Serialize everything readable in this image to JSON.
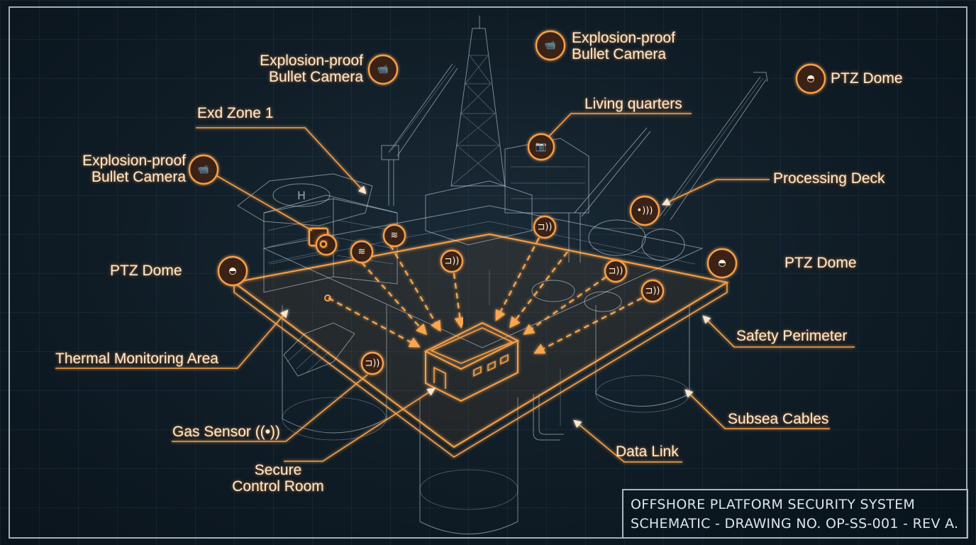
{
  "diagram": {
    "title_block": {
      "line1": "OFFSHORE PLATFORM SECURITY SYSTEM",
      "line2": "SCHEMATIC - DRAWING NO. OP-SS-001 - REV A."
    },
    "labels": {
      "bullet_cam_top_left": {
        "line1": "Explosion-proof",
        "line2": "Bullet Camera",
        "icon": "bullet-camera-icon"
      },
      "bullet_cam_top_right": {
        "line1": "Explosion-proof",
        "line2": "Bullet Camera",
        "icon": "bullet-camera-icon"
      },
      "bullet_cam_left": {
        "line1": "Explosion-proof",
        "line2": "Bullet Camera",
        "icon": "bullet-camera-icon"
      },
      "ptz_top_right": {
        "text": "PTZ Dome",
        "icon": "ptz-dome-icon"
      },
      "ptz_left": {
        "text": "PTZ Dome",
        "icon": "ptz-dome-icon"
      },
      "ptz_right": {
        "text": "PTZ Dome",
        "icon": "ptz-dome-icon"
      },
      "exd_zone": {
        "text": "Exd Zone 1"
      },
      "living_quarters": {
        "text": "Living quarters",
        "icon": "camera-icon"
      },
      "processing_deck": {
        "text": "Processing Deck",
        "icon": "wireless-sensor-icon"
      },
      "thermal": {
        "text": "Thermal Monitoring Area"
      },
      "gas_sensor": {
        "text": "Gas Sensor ((•))"
      },
      "secure_control": {
        "line1": "Secure",
        "line2": "Control Room"
      },
      "data_link": {
        "text": "Data Link"
      },
      "safety_perimeter": {
        "text": "Safety Perimeter"
      },
      "subsea_cables": {
        "text": "Subsea Cables"
      }
    },
    "sensor_badges": [
      {
        "type": "heat-wave",
        "glyph": "≋"
      },
      {
        "type": "heat-wave",
        "glyph": "≋"
      },
      {
        "type": "wireless",
        "glyph": "⊐))"
      },
      {
        "type": "wireless",
        "glyph": "⊐))"
      },
      {
        "type": "wireless",
        "glyph": "⊐))"
      },
      {
        "type": "wireless",
        "glyph": "⊐))"
      },
      {
        "type": "wireless",
        "glyph": "⊐))"
      },
      {
        "type": "thermal-camera",
        "glyph": "⌐"
      }
    ],
    "colors": {
      "accent": "#f7a04a",
      "background": "#0f1c26",
      "wireframe": "#cddce8",
      "label_text": "#f6ead8"
    }
  }
}
